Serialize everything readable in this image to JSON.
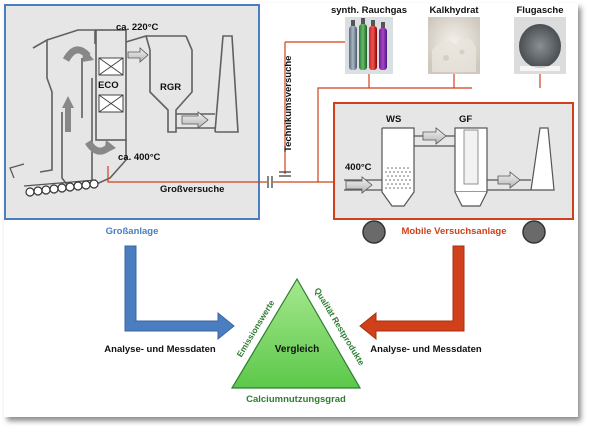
{
  "diagram": {
    "labels": {
      "temp_top": "ca. 220°C",
      "eco": "ECO",
      "rgr": "RGR",
      "temp_bottom": "ca. 400°C",
      "grossversuche": "Großversuche",
      "technikumsversuche": "Technikumsversuche",
      "grossanlage": "Großanlage",
      "mobile": "Mobile Versuchsanlage",
      "ws": "WS",
      "gf": "GF",
      "temp_mobile": "400°C",
      "analyse_left": "Analyse- und Messdaten",
      "analyse_right": "Analyse- und Messdaten",
      "vergleich": "Vergleich",
      "emissionswerte": "Emissionswerte",
      "qualitaet": "Qualität Restprodukte",
      "calcium": "Calciumnutzungsgrad"
    },
    "materials": [
      {
        "label": "synth. Rauchgas",
        "image": "gas-cylinders"
      },
      {
        "label": "Kalkhydrat",
        "image": "lime-powder"
      },
      {
        "label": "Flugasche",
        "image": "fly-ash"
      }
    ],
    "colors": {
      "blue": "#4a7ec0",
      "red": "#d0401a",
      "green": "#5cc84a",
      "dark_green": "#2e7d32",
      "gray_fill": "#e6e6e6"
    }
  }
}
